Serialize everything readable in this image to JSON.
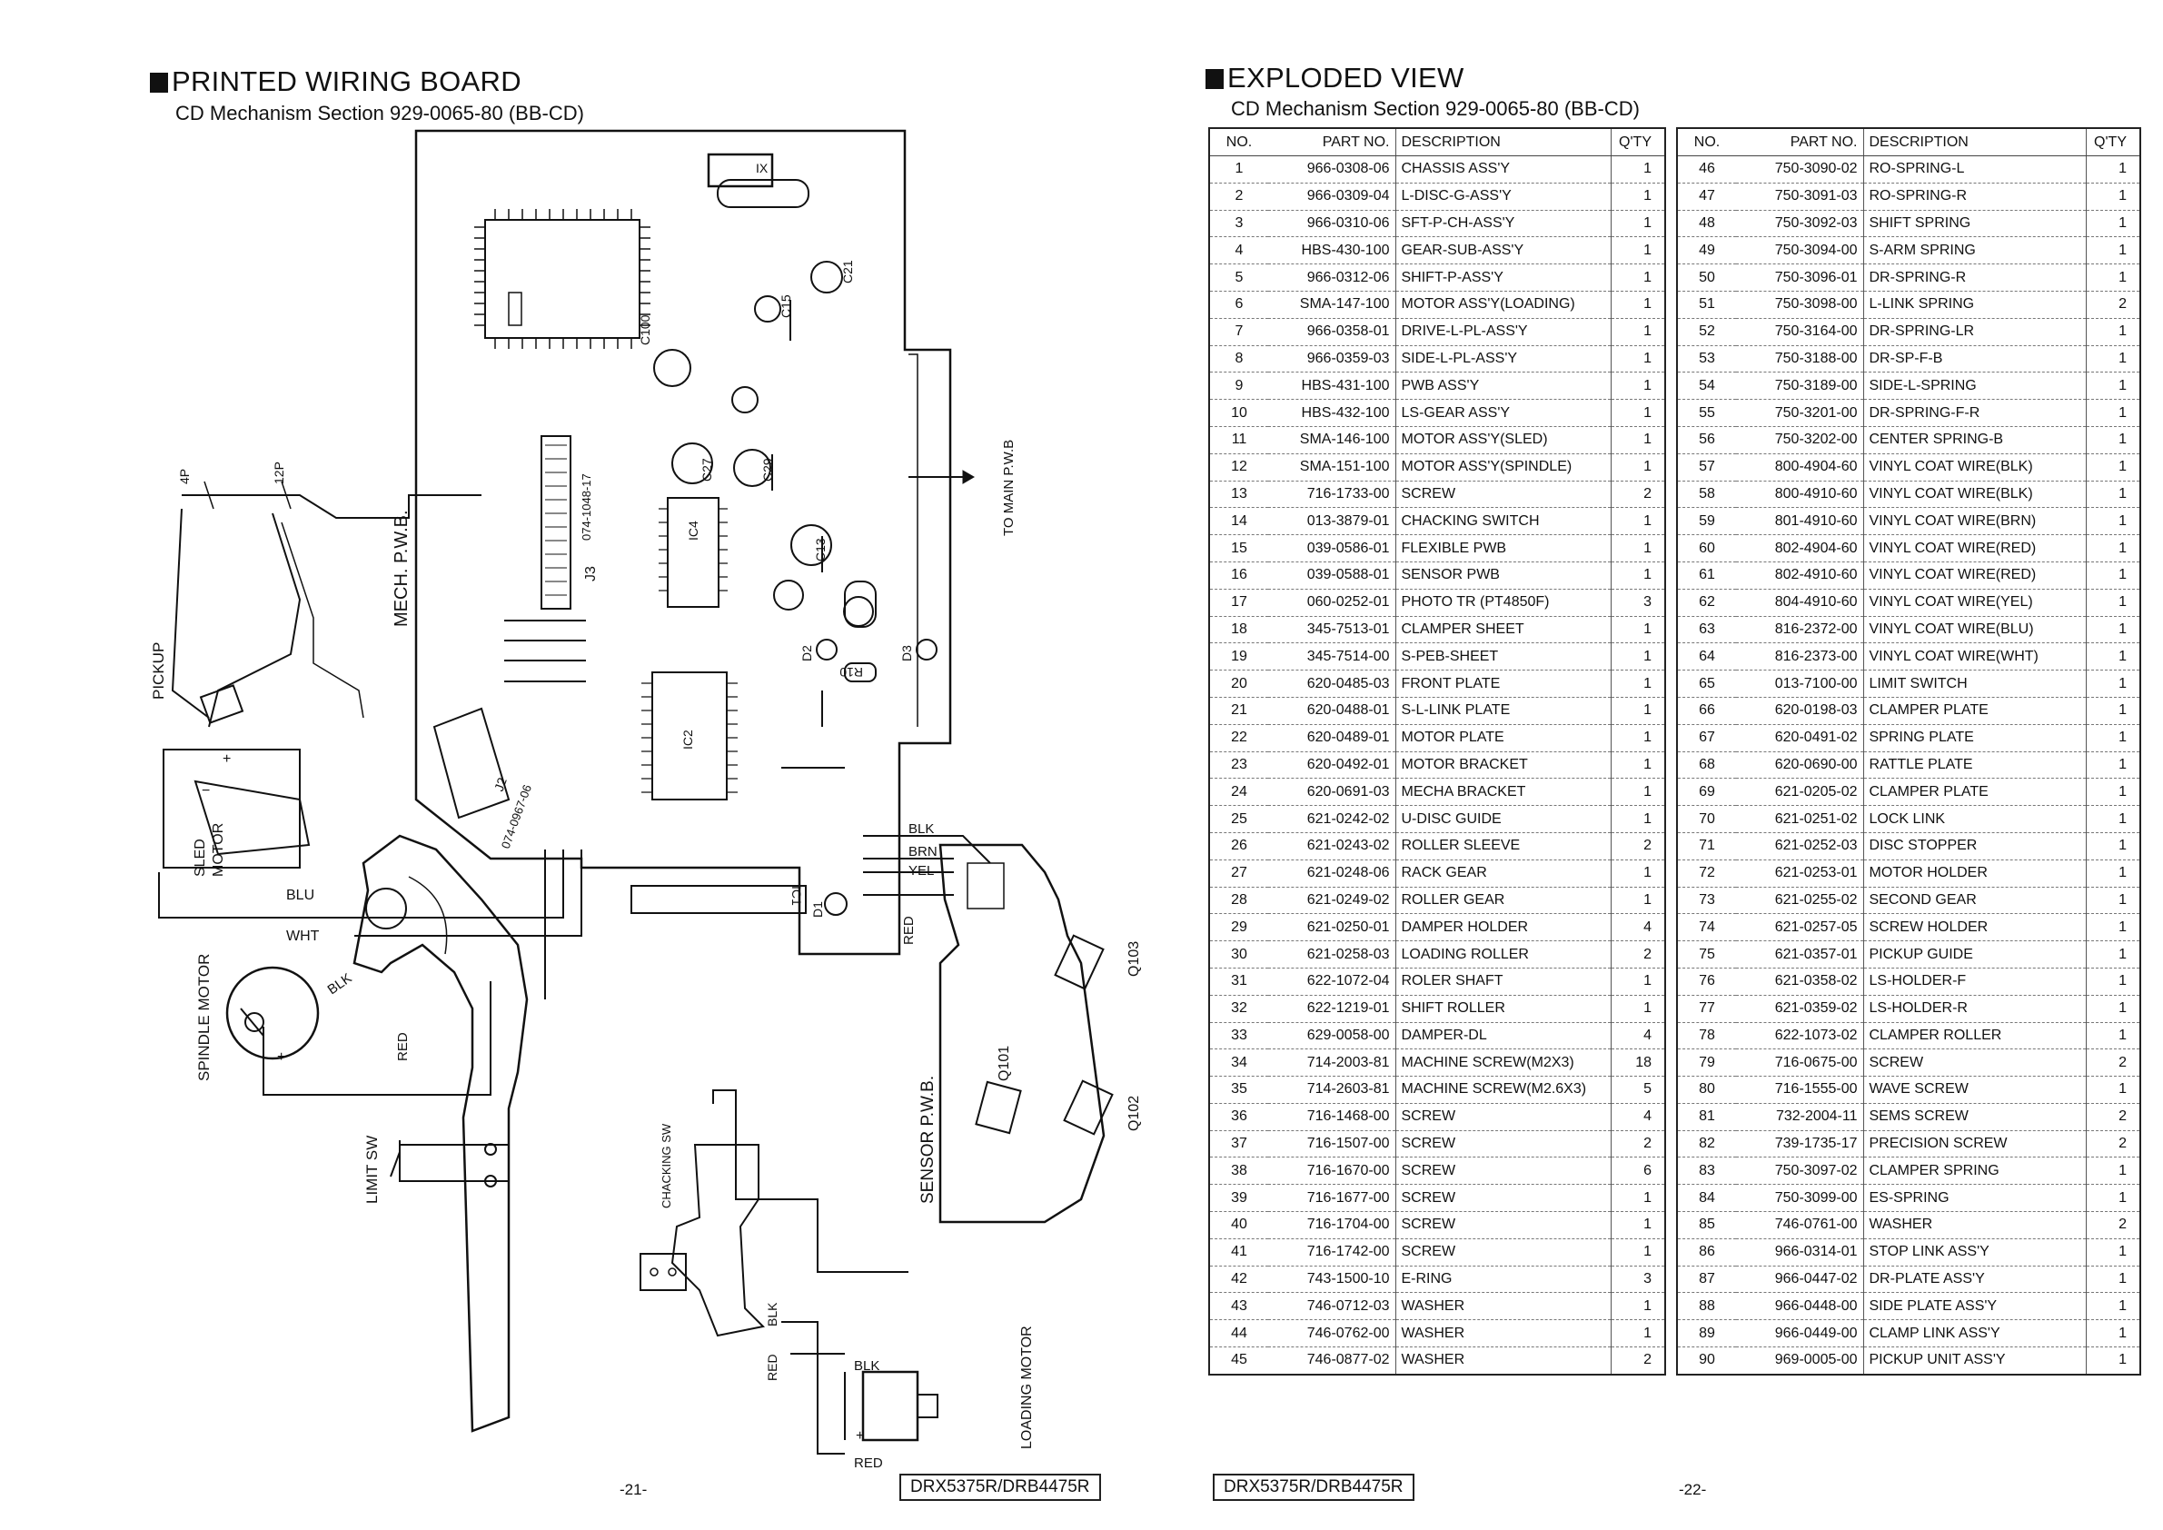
{
  "left": {
    "heading": "PRINTED WIRING BOARD",
    "subheading": "CD Mechanism Section 929-0065-80 (BB-CD)",
    "labels": {
      "mech_pwb": "MECH. P.W.B.",
      "to_main": "TO MAIN P.W.B",
      "sensor_pwb": "SENSOR P.W.B.",
      "pickup": "PICKUP",
      "sled_motor_1": "SLED",
      "sled_motor_2": "MOTOR",
      "spindle_motor": "SPINDLE MOTOR",
      "limit_sw": "LIMIT SW",
      "chacking_sw": "CHACKING SW",
      "loading_motor": "LOADING MOTOR",
      "blu": "BLU",
      "wht": "WHT",
      "blk": "BLK",
      "red": "RED",
      "brn": "BRN",
      "yel": "YEL",
      "q101": "Q101",
      "q102": "Q102",
      "q103": "Q103",
      "p4": "4P",
      "p12": "12P",
      "ic1": "IC1",
      "ic2": "IC2",
      "ic4": "IC4",
      "x": "IX",
      "j3": "J3",
      "j2": "J2",
      "c100": "C100",
      "c21": "C21",
      "c13": "C13",
      "c15": "C15",
      "c27": "C27",
      "c29": "C29",
      "d1": "D1",
      "d2": "D2",
      "d3": "D3",
      "r10": "R10",
      "pcb_no_1": "074-1048-17",
      "pcb_no_2": "074-0967-06",
      "plus": "+",
      "minus": "−"
    },
    "page_number": "-21-",
    "model": "DRX5375R/DRB4475R"
  },
  "right": {
    "heading": "EXPLODED VIEW",
    "subheading": "CD Mechanism Section 929-0065-80 (BB-CD)",
    "columns": [
      "NO.",
      "PART NO.",
      "DESCRIPTION",
      "Q'TY"
    ],
    "table1": [
      [
        "1",
        "966-0308-06",
        "CHASSIS ASS'Y",
        "1"
      ],
      [
        "2",
        "966-0309-04",
        "L-DISC-G-ASS'Y",
        "1"
      ],
      [
        "3",
        "966-0310-06",
        "SFT-P-CH-ASS'Y",
        "1"
      ],
      [
        "4",
        "HBS-430-100",
        "GEAR-SUB-ASS'Y",
        "1"
      ],
      [
        "5",
        "966-0312-06",
        "SHIFT-P-ASS'Y",
        "1"
      ],
      [
        "6",
        "SMA-147-100",
        "MOTOR ASS'Y(LOADING)",
        "1"
      ],
      [
        "7",
        "966-0358-01",
        "DRIVE-L-PL-ASS'Y",
        "1"
      ],
      [
        "8",
        "966-0359-03",
        "SIDE-L-PL-ASS'Y",
        "1"
      ],
      [
        "9",
        "HBS-431-100",
        "PWB ASS'Y",
        "1"
      ],
      [
        "10",
        "HBS-432-100",
        "LS-GEAR ASS'Y",
        "1"
      ],
      [
        "11",
        "SMA-146-100",
        "MOTOR ASS'Y(SLED)",
        "1"
      ],
      [
        "12",
        "SMA-151-100",
        "MOTOR ASS'Y(SPINDLE)",
        "1"
      ],
      [
        "13",
        "716-1733-00",
        "SCREW",
        "2"
      ],
      [
        "14",
        "013-3879-01",
        "CHACKING SWITCH",
        "1"
      ],
      [
        "15",
        "039-0586-01",
        "FLEXIBLE PWB",
        "1"
      ],
      [
        "16",
        "039-0588-01",
        "SENSOR PWB",
        "1"
      ],
      [
        "17",
        "060-0252-01",
        "PHOTO TR (PT4850F)",
        "3"
      ],
      [
        "18",
        "345-7513-01",
        "CLAMPER SHEET",
        "1"
      ],
      [
        "19",
        "345-7514-00",
        "S-PEB-SHEET",
        "1"
      ],
      [
        "20",
        "620-0485-03",
        "FRONT PLATE",
        "1"
      ],
      [
        "21",
        "620-0488-01",
        "S-L-LINK PLATE",
        "1"
      ],
      [
        "22",
        "620-0489-01",
        "MOTOR PLATE",
        "1"
      ],
      [
        "23",
        "620-0492-01",
        "MOTOR BRACKET",
        "1"
      ],
      [
        "24",
        "620-0691-03",
        "MECHA BRACKET",
        "1"
      ],
      [
        "25",
        "621-0242-02",
        "U-DISC GUIDE",
        "1"
      ],
      [
        "26",
        "621-0243-02",
        "ROLLER SLEEVE",
        "2"
      ],
      [
        "27",
        "621-0248-06",
        "RACK GEAR",
        "1"
      ],
      [
        "28",
        "621-0249-02",
        "ROLLER GEAR",
        "1"
      ],
      [
        "29",
        "621-0250-01",
        "DAMPER HOLDER",
        "4"
      ],
      [
        "30",
        "621-0258-03",
        "LOADING ROLLER",
        "2"
      ],
      [
        "31",
        "622-1072-04",
        "ROLER SHAFT",
        "1"
      ],
      [
        "32",
        "622-1219-01",
        "SHIFT ROLLER",
        "1"
      ],
      [
        "33",
        "629-0058-00",
        "DAMPER-DL",
        "4"
      ],
      [
        "34",
        "714-2003-81",
        "MACHINE SCREW(M2X3)",
        "18"
      ],
      [
        "35",
        "714-2603-81",
        "MACHINE SCREW(M2.6X3)",
        "5"
      ],
      [
        "36",
        "716-1468-00",
        "SCREW",
        "4"
      ],
      [
        "37",
        "716-1507-00",
        "SCREW",
        "2"
      ],
      [
        "38",
        "716-1670-00",
        "SCREW",
        "6"
      ],
      [
        "39",
        "716-1677-00",
        "SCREW",
        "1"
      ],
      [
        "40",
        "716-1704-00",
        "SCREW",
        "1"
      ],
      [
        "41",
        "716-1742-00",
        "SCREW",
        "1"
      ],
      [
        "42",
        "743-1500-10",
        "E-RING",
        "3"
      ],
      [
        "43",
        "746-0712-03",
        "WASHER",
        "1"
      ],
      [
        "44",
        "746-0762-00",
        "WASHER",
        "1"
      ],
      [
        "45",
        "746-0877-02",
        "WASHER",
        "2"
      ]
    ],
    "table2": [
      [
        "46",
        "750-3090-02",
        "RO-SPRING-L",
        "1"
      ],
      [
        "47",
        "750-3091-03",
        "RO-SPRING-R",
        "1"
      ],
      [
        "48",
        "750-3092-03",
        "SHIFT SPRING",
        "1"
      ],
      [
        "49",
        "750-3094-00",
        "S-ARM SPRING",
        "1"
      ],
      [
        "50",
        "750-3096-01",
        "DR-SPRING-R",
        "1"
      ],
      [
        "51",
        "750-3098-00",
        "L-LINK SPRING",
        "2"
      ],
      [
        "52",
        "750-3164-00",
        "DR-SPRING-LR",
        "1"
      ],
      [
        "53",
        "750-3188-00",
        "DR-SP-F-B",
        "1"
      ],
      [
        "54",
        "750-3189-00",
        "SIDE-L-SPRING",
        "1"
      ],
      [
        "55",
        "750-3201-00",
        "DR-SPRING-F-R",
        "1"
      ],
      [
        "56",
        "750-3202-00",
        "CENTER SPRING-B",
        "1"
      ],
      [
        "57",
        "800-4904-60",
        "VINYL COAT WIRE(BLK)",
        "1"
      ],
      [
        "58",
        "800-4910-60",
        "VINYL COAT WIRE(BLK)",
        "1"
      ],
      [
        "59",
        "801-4910-60",
        "VINYL COAT WIRE(BRN)",
        "1"
      ],
      [
        "60",
        "802-4904-60",
        "VINYL COAT WIRE(RED)",
        "1"
      ],
      [
        "61",
        "802-4910-60",
        "VINYL COAT WIRE(RED)",
        "1"
      ],
      [
        "62",
        "804-4910-60",
        "VINYL COAT WIRE(YEL)",
        "1"
      ],
      [
        "63",
        "816-2372-00",
        "VINYL COAT WIRE(BLU)",
        "1"
      ],
      [
        "64",
        "816-2373-00",
        "VINYL COAT WIRE(WHT)",
        "1"
      ],
      [
        "65",
        "013-7100-00",
        "LIMIT SWITCH",
        "1"
      ],
      [
        "66",
        "620-0198-03",
        "CLAMPER PLATE",
        "1"
      ],
      [
        "67",
        "620-0491-02",
        "SPRING PLATE",
        "1"
      ],
      [
        "68",
        "620-0690-00",
        "RATTLE PLATE",
        "1"
      ],
      [
        "69",
        "621-0205-02",
        "CLAMPER PLATE",
        "1"
      ],
      [
        "70",
        "621-0251-02",
        "LOCK LINK",
        "1"
      ],
      [
        "71",
        "621-0252-03",
        "DISC STOPPER",
        "1"
      ],
      [
        "72",
        "621-0253-01",
        "MOTOR HOLDER",
        "1"
      ],
      [
        "73",
        "621-0255-02",
        "SECOND GEAR",
        "1"
      ],
      [
        "74",
        "621-0257-05",
        "SCREW HOLDER",
        "1"
      ],
      [
        "75",
        "621-0357-01",
        "PICKUP GUIDE",
        "1"
      ],
      [
        "76",
        "621-0358-02",
        "LS-HOLDER-F",
        "1"
      ],
      [
        "77",
        "621-0359-02",
        "LS-HOLDER-R",
        "1"
      ],
      [
        "78",
        "622-1073-02",
        "CLAMPER ROLLER",
        "1"
      ],
      [
        "79",
        "716-0675-00",
        "SCREW",
        "2"
      ],
      [
        "80",
        "716-1555-00",
        "WAVE SCREW",
        "1"
      ],
      [
        "81",
        "732-2004-11",
        "SEMS SCREW",
        "2"
      ],
      [
        "82",
        "739-1735-17",
        "PRECISION SCREW",
        "2"
      ],
      [
        "83",
        "750-3097-02",
        "CLAMPER SPRING",
        "1"
      ],
      [
        "84",
        "750-3099-00",
        "ES-SPRING",
        "1"
      ],
      [
        "85",
        "746-0761-00",
        "WASHER",
        "2"
      ],
      [
        "86",
        "966-0314-01",
        "STOP LINK ASS'Y",
        "1"
      ],
      [
        "87",
        "966-0447-02",
        "DR-PLATE ASS'Y",
        "1"
      ],
      [
        "88",
        "966-0448-00",
        "SIDE PLATE ASS'Y",
        "1"
      ],
      [
        "89",
        "966-0449-00",
        "CLAMP LINK ASS'Y",
        "1"
      ],
      [
        "90",
        "969-0005-00",
        "PICKUP UNIT ASS'Y",
        "1"
      ]
    ],
    "page_number": "-22-",
    "model": "DRX5375R/DRB4475R"
  }
}
